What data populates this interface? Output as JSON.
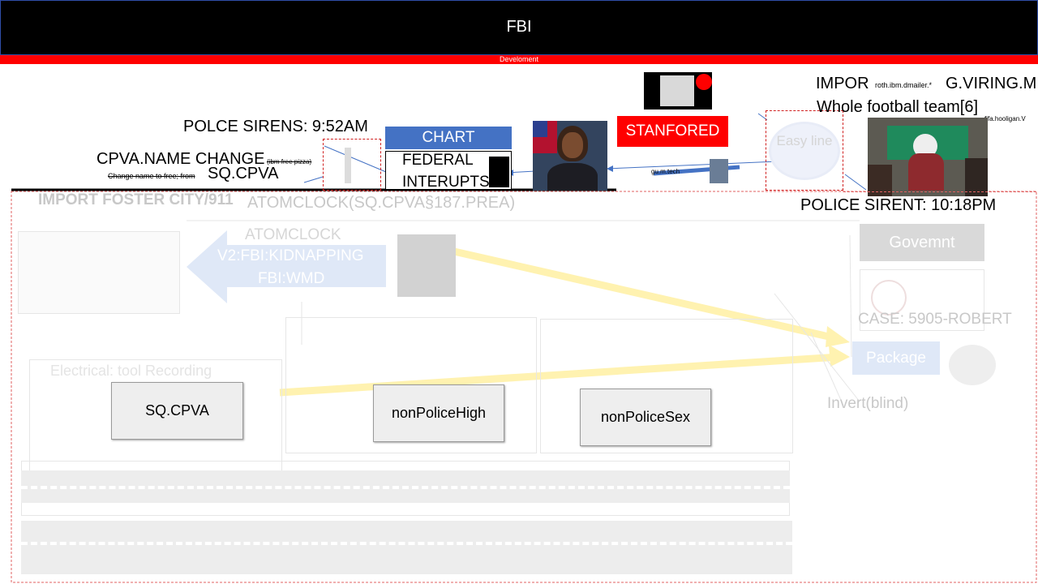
{
  "header": {
    "title": "FBI",
    "subtitle": "Develoment"
  },
  "labels": {
    "polce_sirens": "POLCE SIRENS: 9:52AM",
    "cpva_name_change": "CPVA.NAME CHANGE",
    "cpva_name_change_small": "(ibm free pizza)",
    "change_name_small": "Change name to free; from",
    "sq_cpva": "SQ.CPVA",
    "import_foster": "IMPORT FOSTER CITY/911",
    "atomclock_top": "ATOMCLOCK(SQ.CPVA§187.PREA)",
    "atomclock": "ATOMCLOCK",
    "kidnapping": "V2:FBI:KIDNAPPING",
    "wmd": "FBI:WMD",
    "chart": "CHART",
    "federal": "FEDERAL",
    "interupts": "INTERUPTS",
    "stanfored": "STANFORED",
    "impor": "IMPOR",
    "impor_small": "roth.ibm.dmailer.*",
    "g_viring": "G.VIRING.M",
    "whole_football": "Whole football team[6]",
    "fifa_hooligan": "fifa.hooligan.V",
    "easy_line": "Easy line",
    "police_sirent": "POLICE SIRENT: 10:18PM",
    "govemnt": "Govemnt",
    "case": "CASE: 5905-ROBERT",
    "package": "Package",
    "invert": "Invert(blind)",
    "electrical": "Electrical: tool Recording",
    "small_text": "gu.m.tech"
  },
  "buttons": {
    "sq_cpva": "SQ.CPVA",
    "non_police_high": "nonPoliceHigh",
    "non_police_sex": "nonPoliceSex"
  },
  "colors": {
    "header_bg": "#000000",
    "red_bar": "#ff0000",
    "chart_blue": "#4472c4",
    "stanfored_red": "#ff0000",
    "arrow_yellow": "#fff2b0",
    "arrow_blue": "#dfe8f7"
  }
}
